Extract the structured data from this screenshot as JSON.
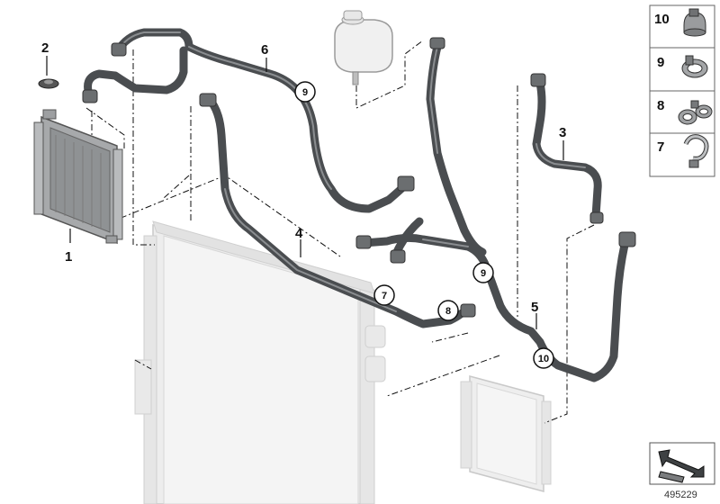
{
  "callouts": {
    "c1": "1",
    "c2": "2",
    "c3": "3",
    "c4": "4",
    "c5": "5",
    "c6": "6"
  },
  "circled": {
    "c9a": "9",
    "c9b": "9",
    "c7": "7",
    "c8": "8",
    "c10": "10"
  },
  "legend": [
    {
      "number": "10"
    },
    {
      "number": "9"
    },
    {
      "number": "8"
    },
    {
      "number": "7"
    }
  ],
  "diagram_id": "495229"
}
